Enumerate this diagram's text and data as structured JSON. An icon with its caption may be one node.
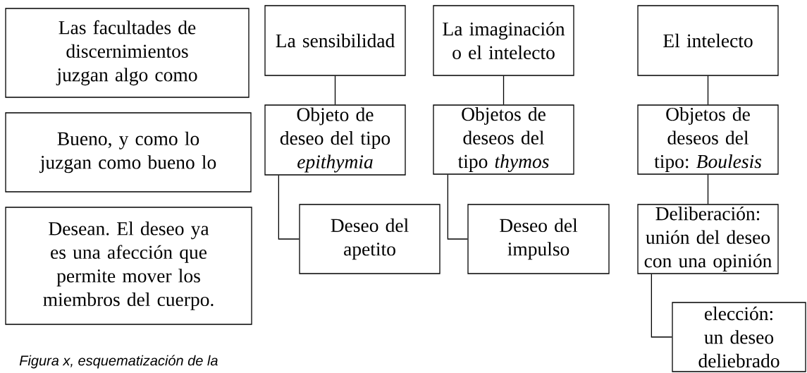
{
  "diagram": {
    "caption": "Figura x, esquematización de la",
    "nodes": [
      {
        "text": [
          "Las facultades de discernimientos juzgan algo como"
        ]
      },
      {
        "text": [
          "Bueno, y como lo juzgan como bueno lo"
        ]
      },
      {
        "text": [
          "Desean. El deseo ya es una afección que permite mover los miembros del cuerpo."
        ]
      },
      {
        "text": [
          "La sensibilidad"
        ]
      },
      {
        "text": [
          "Objeto de deseo del tipo *epithymia*"
        ]
      },
      {
        "text": [
          "Deseo del apetito"
        ]
      },
      {
        "text": [
          "La imaginación o el intelecto"
        ]
      },
      {
        "text": [
          "Objetos de deseos del tipo *thymos*"
        ]
      },
      {
        "text": [
          "Deseo del impulso"
        ]
      },
      {
        "text": [
          "El intelecto"
        ]
      },
      {
        "text": [
          "Objetos de deseos del tipo: *Boulesis*"
        ]
      },
      {
        "text": [
          "Deliberación: unión del deseo con una opinión"
        ]
      },
      {
        "text": [
          "elección: un deseo deliebrado"
        ]
      }
    ],
    "edges": [
      {
        "from": 3,
        "to": 4,
        "arrow": "none"
      },
      {
        "from": 4,
        "to": 5,
        "arrow": "none"
      },
      {
        "from": 6,
        "to": 7,
        "arrow": "none"
      },
      {
        "from": 7,
        "to": 8,
        "arrow": "none"
      },
      {
        "from": 9,
        "to": 10,
        "arrow": "none"
      },
      {
        "from": 10,
        "to": 11,
        "arrow": "none"
      },
      {
        "from": 11,
        "to": 12,
        "arrow": "none"
      }
    ]
  }
}
